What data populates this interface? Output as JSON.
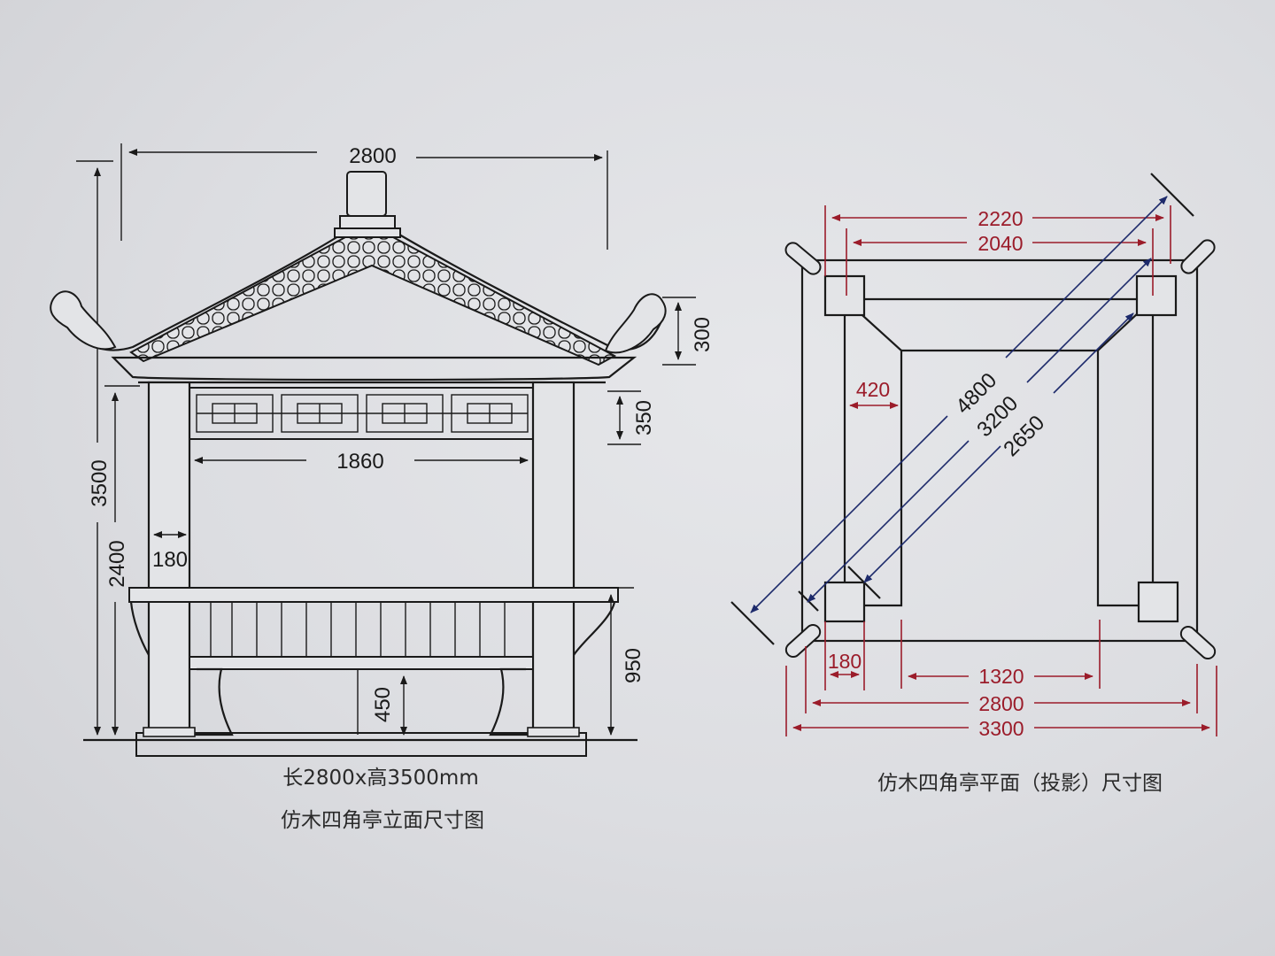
{
  "elevation": {
    "dims": {
      "total_width": "2800",
      "total_height": "3500",
      "column_height": "2400",
      "roof_tip_height": "300",
      "frieze_height": "350",
      "inner_span": "1860",
      "column_width": "180",
      "bench_height": "950",
      "seat_leg_height": "450"
    },
    "caption_line1": "长2800x高3500mm",
    "caption_line2": "仿木四角亭立面尺寸图"
  },
  "plan": {
    "dims": {
      "top_outer": "2220",
      "top_inner": "2040",
      "bench_depth": "420",
      "diag_outer": "4800",
      "diag_mid": "3200",
      "diag_inner": "2650",
      "post_size": "180",
      "bottom_inner": "1320",
      "bottom_mid": "2800",
      "bottom_outer": "3300"
    },
    "caption": "仿木四角亭平面（投影）尺寸图"
  },
  "colors": {
    "ink": "#1a1a1a",
    "red_dim": "#9b1c2a",
    "navy_dim": "#1d2a6b"
  }
}
